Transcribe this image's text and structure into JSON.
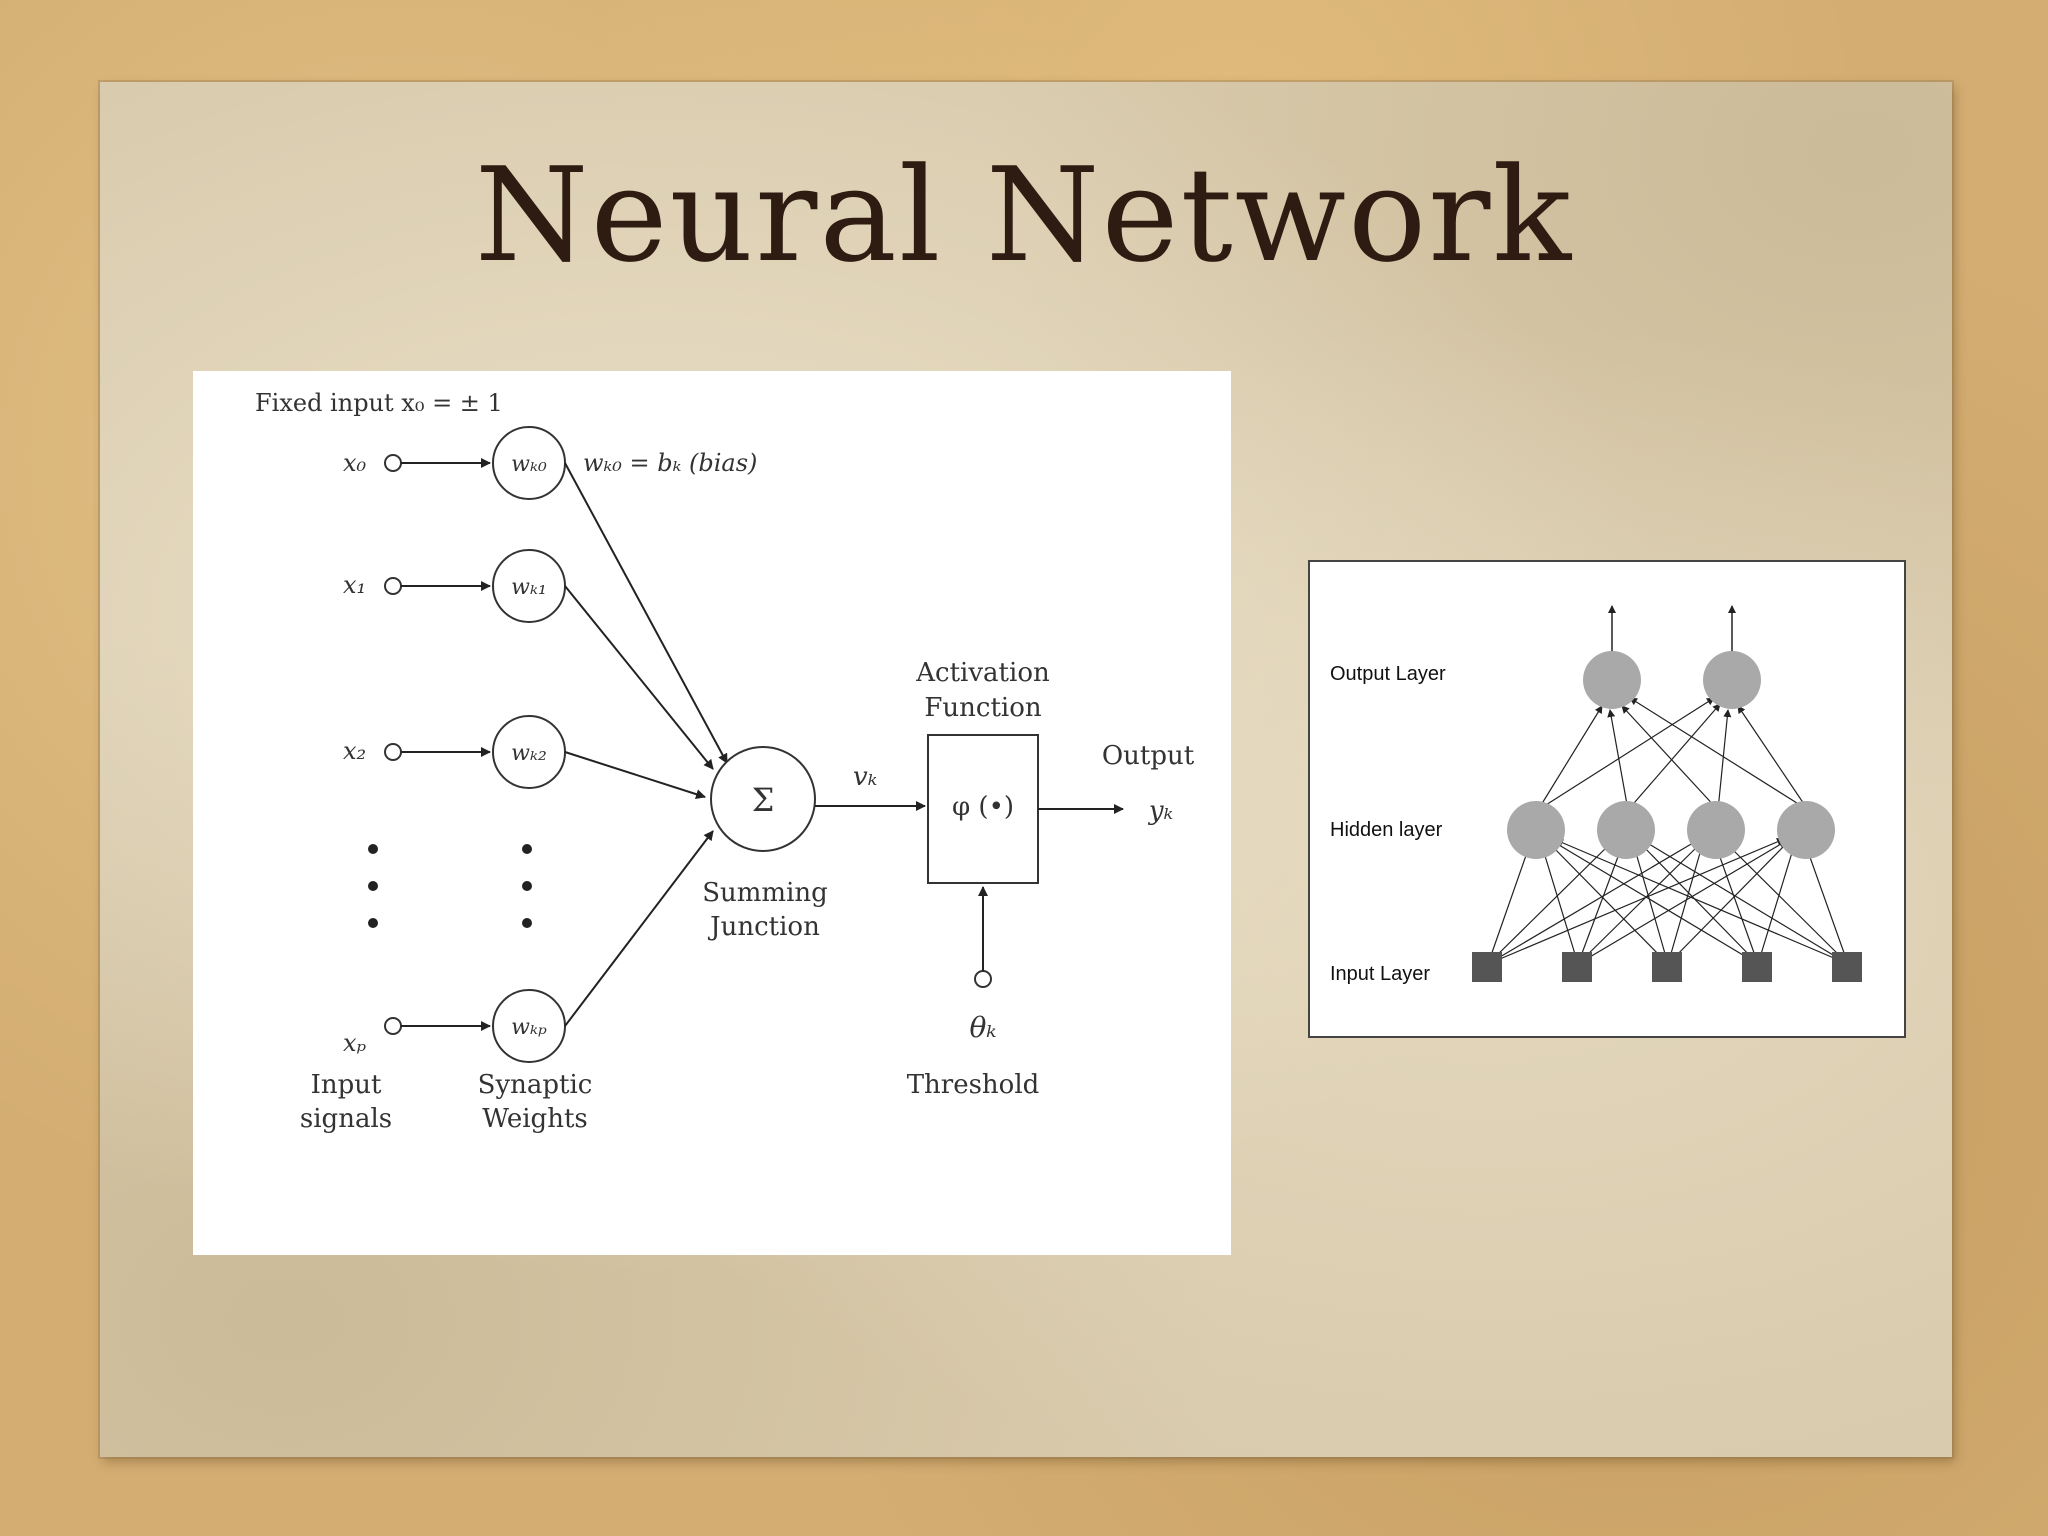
{
  "slide": {
    "title": "Neural Network"
  },
  "neuron_diagram": {
    "fixed_input": "Fixed input x₀ = ± 1",
    "inputs": [
      "x₀",
      "x₁",
      "x₂",
      "xₚ"
    ],
    "weights": [
      "wₖ₀",
      "wₖ₁",
      "wₖ₂",
      "wₖₚ"
    ],
    "bias_note": "wₖ₀ = bₖ (bias)",
    "summing_symbol": "Σ",
    "summing_label": [
      "Summing",
      "Junction"
    ],
    "activation_label": [
      "Activation",
      "Function"
    ],
    "activation_symbol": "φ (•)",
    "v_label": "vₖ",
    "output_title": "Output",
    "output_value": "yₖ",
    "threshold_symbol": "θₖ",
    "threshold_label": "Threshold",
    "inputs_caption": [
      "Input",
      "signals"
    ],
    "weights_caption": [
      "Synaptic",
      "Weights"
    ]
  },
  "mlp_diagram": {
    "output_layer_label": "Output Layer",
    "hidden_layer_label": "Hidden layer",
    "input_layer_label": "Input Layer",
    "output_node_count": 2,
    "hidden_node_count": 4,
    "input_node_count": 5,
    "node_color": "#a9a9a9",
    "input_square_color": "#555555"
  }
}
